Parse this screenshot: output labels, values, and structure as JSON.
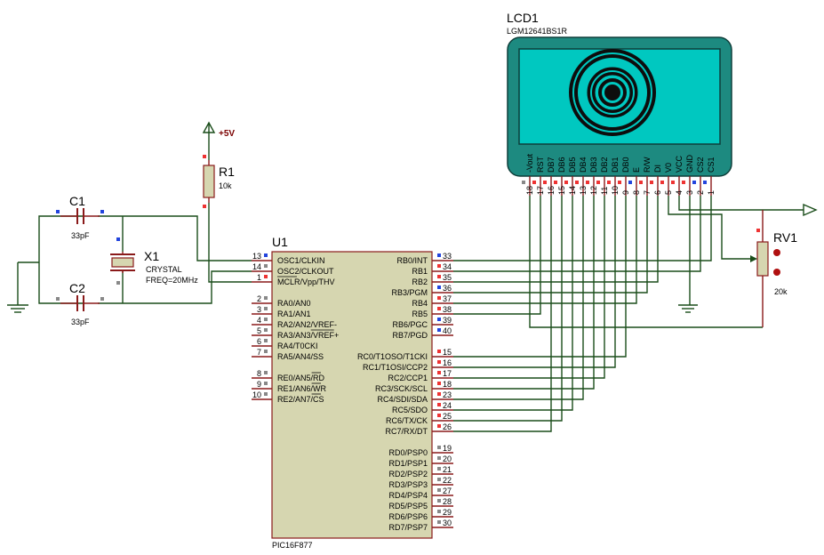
{
  "mcu": {
    "ref": "U1",
    "part": "PIC16F877",
    "left_pins": [
      {
        "num": "13",
        "name": "OSC1/CLKIN"
      },
      {
        "num": "14",
        "name": "OSC2/CLKOUT"
      },
      {
        "num": "1",
        "name": "MCLR/Vpp/THV"
      },
      {
        "num": "2",
        "name": "RA0/AN0"
      },
      {
        "num": "3",
        "name": "RA1/AN1"
      },
      {
        "num": "4",
        "name": "RA2/AN2/VREF-"
      },
      {
        "num": "5",
        "name": "RA3/AN3/VREF+"
      },
      {
        "num": "6",
        "name": "RA4/T0CKI"
      },
      {
        "num": "7",
        "name": "RA5/AN4/SS"
      },
      {
        "num": "8",
        "name": "RE0/AN5/RD"
      },
      {
        "num": "9",
        "name": "RE1/AN6/WR"
      },
      {
        "num": "10",
        "name": "RE2/AN7/CS"
      }
    ],
    "right_pins": [
      {
        "num": "33",
        "name": "RB0/INT"
      },
      {
        "num": "34",
        "name": "RB1"
      },
      {
        "num": "35",
        "name": "RB2"
      },
      {
        "num": "36",
        "name": "RB3/PGM"
      },
      {
        "num": "37",
        "name": "RB4"
      },
      {
        "num": "38",
        "name": "RB5"
      },
      {
        "num": "39",
        "name": "RB6/PGC"
      },
      {
        "num": "40",
        "name": "RB7/PGD"
      },
      {
        "num": "15",
        "name": "RC0/T1OSO/T1CKI"
      },
      {
        "num": "16",
        "name": "RC1/T1OSI/CCP2"
      },
      {
        "num": "17",
        "name": "RC2/CCP1"
      },
      {
        "num": "18",
        "name": "RC3/SCK/SCL"
      },
      {
        "num": "23",
        "name": "RC4/SDI/SDA"
      },
      {
        "num": "24",
        "name": "RC5/SDO"
      },
      {
        "num": "25",
        "name": "RC6/TX/CK"
      },
      {
        "num": "26",
        "name": "RC7/RX/DT"
      },
      {
        "num": "19",
        "name": "RD0/PSP0"
      },
      {
        "num": "20",
        "name": "RD1/PSP1"
      },
      {
        "num": "21",
        "name": "RD2/PSP2"
      },
      {
        "num": "22",
        "name": "RD3/PSP3"
      },
      {
        "num": "27",
        "name": "RD4/PSP4"
      },
      {
        "num": "28",
        "name": "RD5/PSP5"
      },
      {
        "num": "29",
        "name": "RD6/PSP6"
      },
      {
        "num": "30",
        "name": "RD7/PSP7"
      }
    ]
  },
  "lcd": {
    "ref": "LCD1",
    "part": "LGM12641BS1R",
    "pins": [
      {
        "num": "18",
        "name": "-Vout"
      },
      {
        "num": "17",
        "name": "RST"
      },
      {
        "num": "16",
        "name": "DB7"
      },
      {
        "num": "15",
        "name": "DB6"
      },
      {
        "num": "14",
        "name": "DB5"
      },
      {
        "num": "13",
        "name": "DB4"
      },
      {
        "num": "12",
        "name": "DB3"
      },
      {
        "num": "11",
        "name": "DB2"
      },
      {
        "num": "10",
        "name": "DB1"
      },
      {
        "num": "9",
        "name": "DB0"
      },
      {
        "num": "8",
        "name": "E"
      },
      {
        "num": "7",
        "name": "R/W"
      },
      {
        "num": "6",
        "name": "DI"
      },
      {
        "num": "5",
        "name": "V0"
      },
      {
        "num": "4",
        "name": "VCC"
      },
      {
        "num": "3",
        "name": "GND"
      },
      {
        "num": "2",
        "name": "CS2"
      },
      {
        "num": "1",
        "name": "CS1"
      }
    ]
  },
  "r1": {
    "ref": "R1",
    "value": "10k"
  },
  "rv1": {
    "ref": "RV1",
    "value": "20k"
  },
  "c1": {
    "ref": "C1",
    "value": "33pF"
  },
  "c2": {
    "ref": "C2",
    "value": "33pF"
  },
  "x1": {
    "ref": "X1",
    "line1": "CRYSTAL",
    "line2": "FREQ=20MHz"
  },
  "power": {
    "label": "+5V"
  },
  "colors": {
    "wire": "#1a4d1a",
    "pin": "#8a1a1a",
    "chip_fill": "#d6d6b0",
    "lcd_body": "#1d8a80",
    "lcd_screen": "#00c8c0",
    "power_label": "#7a0000"
  }
}
